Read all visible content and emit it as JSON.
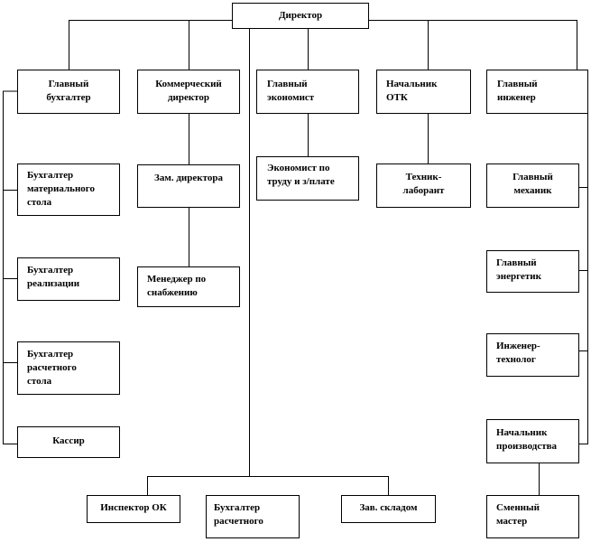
{
  "boxes": {
    "director": "Директор",
    "chief_accountant": "Главный\nбухгалтер",
    "commercial_director": "Коммерческий\nдиректор",
    "chief_economist": "Главный\nэкономист",
    "head_otk": "Начальник\nОТК",
    "chief_engineer": "Главный\nинженер",
    "accountant_materials": "Бухгалтер\nматериального\nстола",
    "accountant_sales": "Бухгалтер\nреализации",
    "accountant_settlement": "Бухгалтер\nрасчетного\nстола",
    "cashier": "Кассир",
    "deputy_director": "Зам. директора",
    "supply_manager": "Менеджер по\nснабжению",
    "labor_economist": "Экономист по\nтруду и з/плате",
    "lab_technician": "Техник-\nлаборант",
    "chief_mechanic": "Главный\nмеханик",
    "chief_power_engineer": "Главный\nэнергетик",
    "process_engineer": "Инженер-\nтехнолог",
    "head_production": "Начальник\nпроизводства",
    "shift_master": "Сменный\nмастер",
    "inspector_ok": "Инспектор ОК",
    "settlement_accountant": "Бухгалтер\nрасчетного",
    "deputy_warehouse": "Зав. складом"
  }
}
